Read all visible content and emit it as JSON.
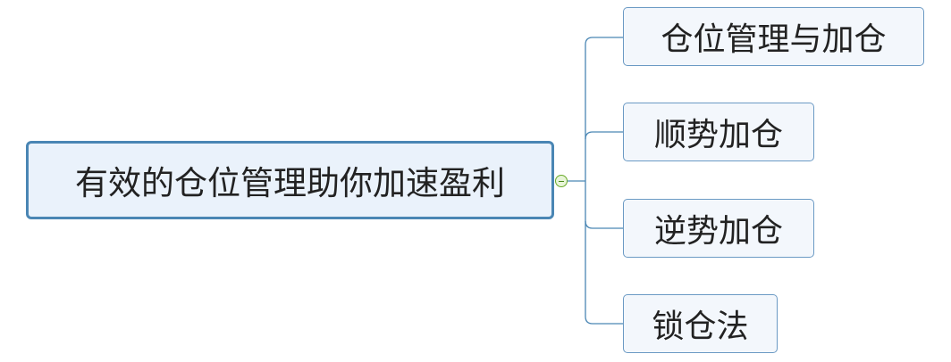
{
  "root": {
    "label": "有效的仓位管理助你加速盈利"
  },
  "children": [
    {
      "label": "仓位管理与加仓"
    },
    {
      "label": "顺势加仓"
    },
    {
      "label": "逆势加仓"
    },
    {
      "label": "锁仓法"
    }
  ],
  "colors": {
    "root_border": "#4a86b4",
    "root_fill": "#eaf2fb",
    "child_border": "#6b9ac4",
    "child_fill": "#f3f7fc",
    "connector": "#4a86b4",
    "toggle": "#6aaa2a"
  }
}
